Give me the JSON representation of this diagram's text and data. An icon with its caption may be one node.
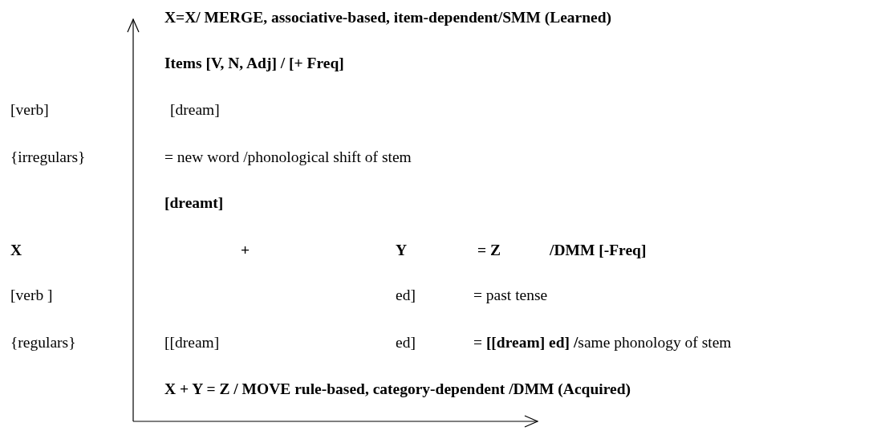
{
  "diagram": {
    "labels": [
      "X=X/ MERGE, associative-based, item-dependent/SMM (Learned)",
      "Items [V, N, Adj] / [+ Freq]",
      "[verb]",
      "[dream]",
      "{irregulars}",
      "= new word /phonological shift of stem",
      "[dreamt]",
      "X",
      "+",
      "Y",
      "= Z",
      "/DMM [-Freq]",
      "[verb ]",
      "ed]",
      "= past tense",
      "{regulars}",
      "[[dream]",
      "ed]",
      "= **[[dream] ed] /**same phonology of stem",
      "X + Y = Z / MOVE rule-based, category-dependent /DMM (Acquired)"
    ]
  }
}
